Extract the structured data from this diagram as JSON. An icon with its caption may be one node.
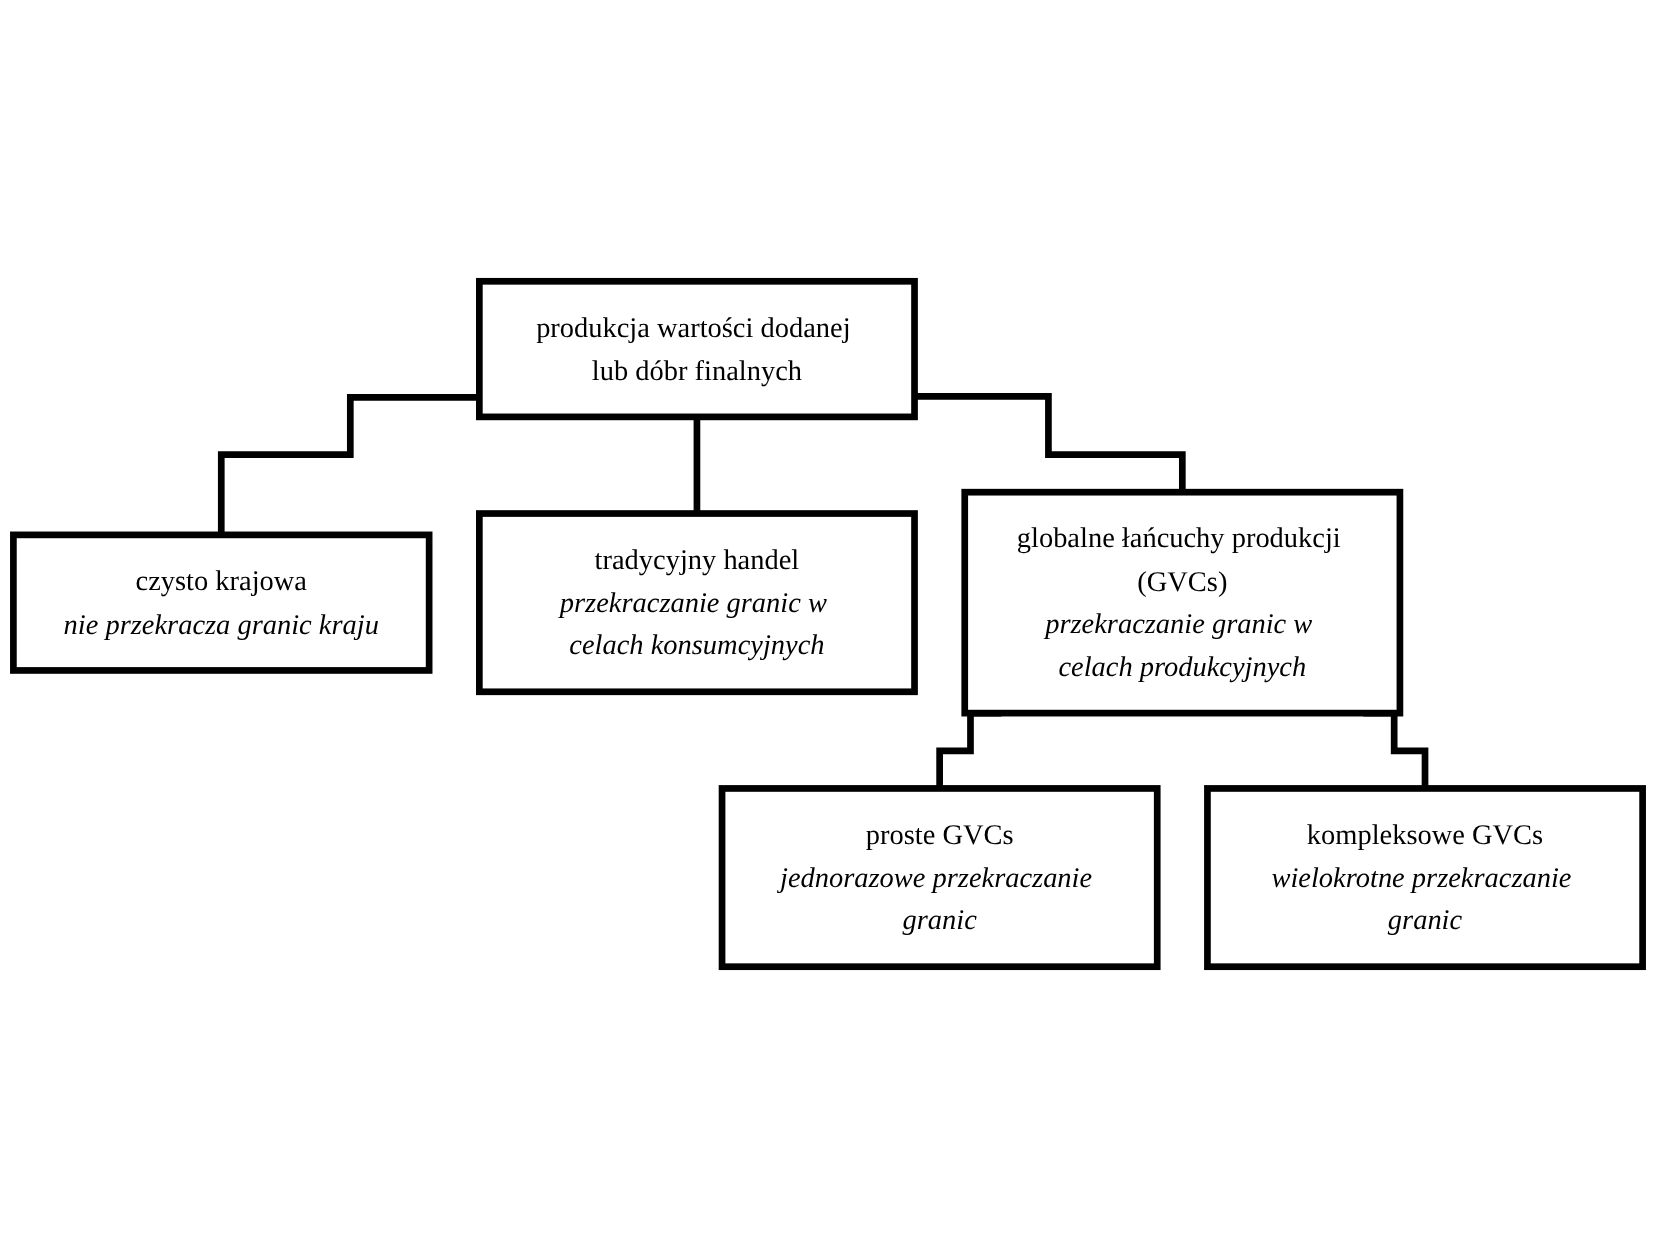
{
  "diagram": {
    "nodes": [
      {
        "text": [
          "produkcja wartości dodanej lub dóbr finalnych"
        ]
      },
      {
        "text": [
          "czysto krajowa",
          "nie przekracza granic kraju"
        ]
      },
      {
        "text": [
          "tradycyjny handel",
          "przekraczanie granic w celach konsumcyjnych"
        ]
      },
      {
        "text": [
          "globalne łańcuchy produkcji (GVCs)",
          "przekraczanie granic w celach produkcyjnych"
        ]
      },
      {
        "text": [
          "proste GVCs",
          "jednorazowe przekraczanie granic"
        ]
      },
      {
        "text": [
          "kompleksowe GVCs",
          "wielokrotne przekraczanie granic"
        ]
      }
    ],
    "edges": [
      {
        "from": 0,
        "to": 1,
        "arrow": "none"
      },
      {
        "from": 0,
        "to": 2,
        "arrow": "none"
      },
      {
        "from": 0,
        "to": 3,
        "arrow": "none"
      },
      {
        "from": 3,
        "to": 4,
        "arrow": "none"
      },
      {
        "from": 3,
        "to": 5,
        "arrow": "none"
      }
    ]
  }
}
